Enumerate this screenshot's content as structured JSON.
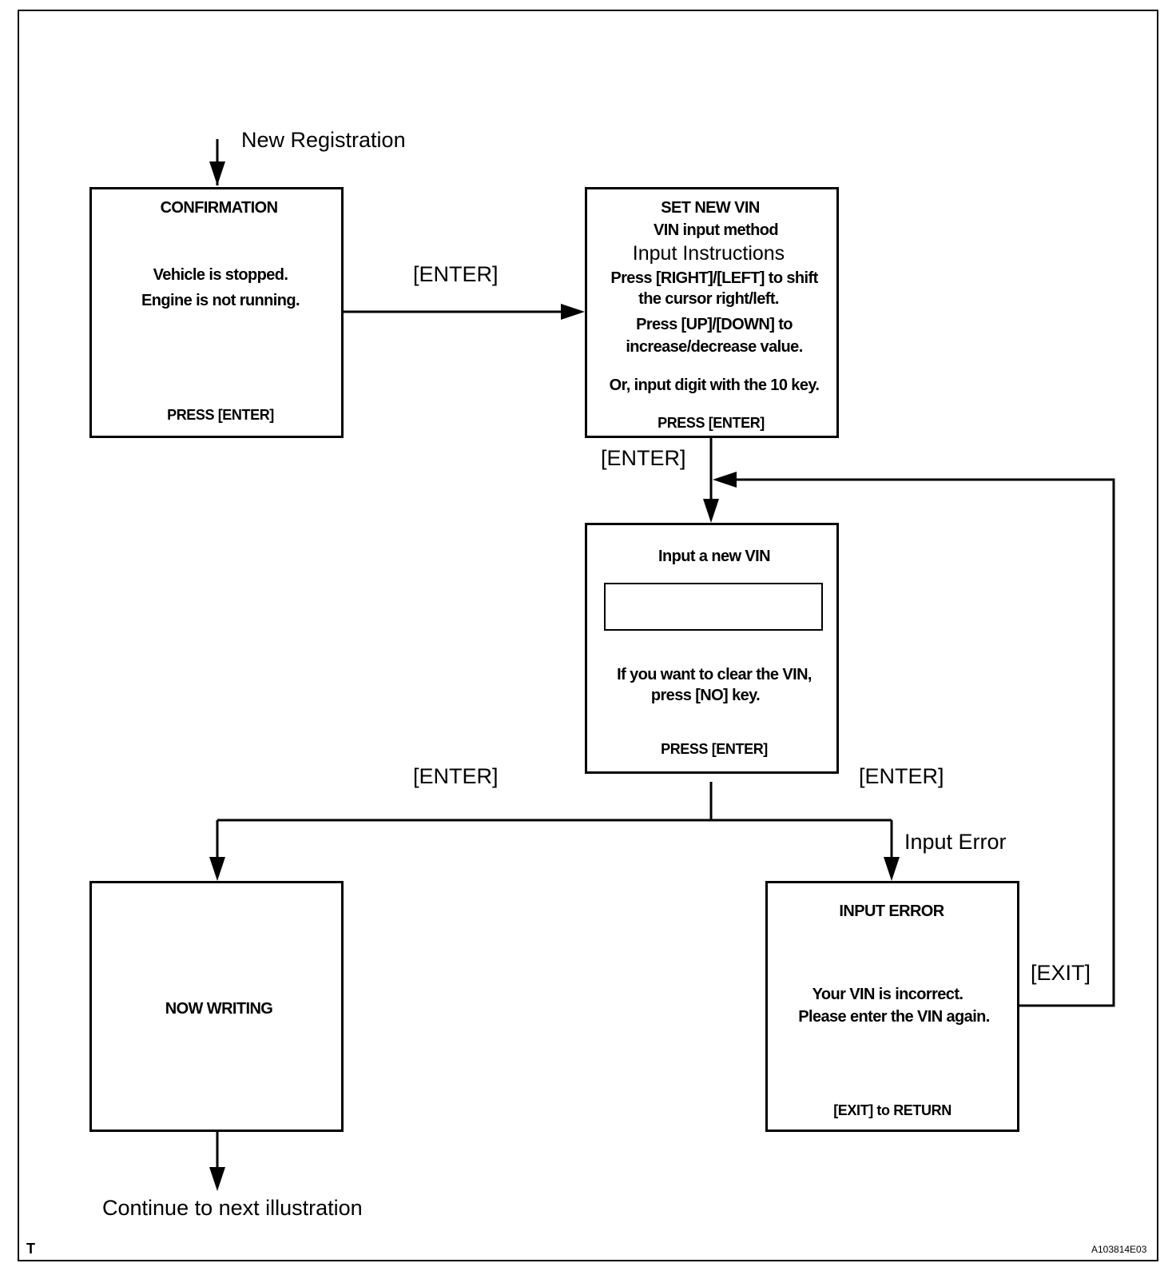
{
  "labels": {
    "new_registration": "New Registration",
    "enter_1": "[ENTER]",
    "enter_2": "[ENTER]",
    "enter_3": "[ENTER]",
    "enter_4": "[ENTER]",
    "input_error": "Input Error",
    "exit": "[EXIT]",
    "continue": "Continue to next illustration"
  },
  "confirmation": {
    "title": "CONFIRMATION",
    "line1": "Vehicle is stopped.",
    "line2": "Engine is not running.",
    "footer": "PRESS [ENTER]"
  },
  "set_new_vin": {
    "title": "SET NEW VIN",
    "subtitle": "VIN input method",
    "instructions_heading": "Input Instructions",
    "line1": "Press [RIGHT]/[LEFT] to shift",
    "line2": "the cursor right/left.",
    "line3": "Press [UP]/[DOWN]  to",
    "line4": "increase/decrease value.",
    "line5": "Or, input digit with the 10 key.",
    "footer": "PRESS [ENTER]"
  },
  "input_vin": {
    "title": "Input a new VIN",
    "line1": "If you want to clear the VIN,",
    "line2": "press [NO] key.",
    "footer": "PRESS [ENTER]"
  },
  "now_writing": {
    "title": "NOW WRITING"
  },
  "input_error_box": {
    "title": "INPUT  ERROR",
    "line1": "Your VIN is incorrect.",
    "line2": "Please enter the VIN again.",
    "footer": "[EXIT] to RETURN"
  },
  "corner": {
    "left": "T",
    "code": "A103814E03"
  }
}
